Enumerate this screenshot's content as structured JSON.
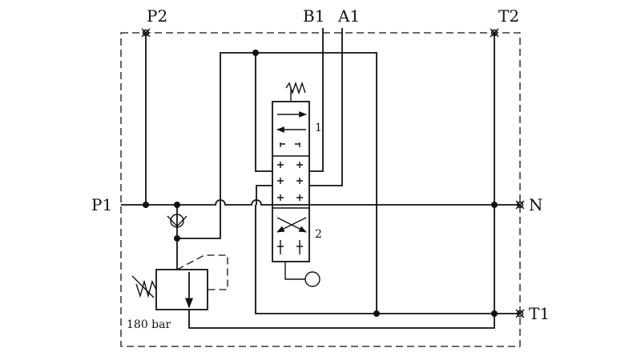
{
  "ports": {
    "p2": "P2",
    "b1": "B1",
    "a1": "A1",
    "t2": "T2",
    "p1": "P1",
    "n": "N",
    "t1": "T1"
  },
  "relief_valve": {
    "setting": "180 bar"
  },
  "spool_positions": {
    "pos1": "1",
    "pos2": "2"
  }
}
